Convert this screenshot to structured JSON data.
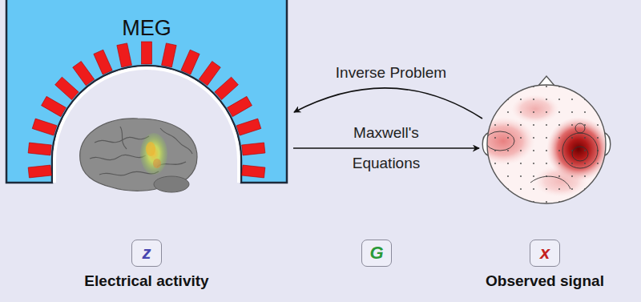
{
  "diagram": {
    "nodes": [
      {
        "text": [
          "MEG"
        ]
      },
      {
        "text": [
          "z",
          "Electrical activity"
        ]
      },
      {
        "text": [
          "G"
        ]
      },
      {
        "text": [
          "x",
          "Observed signal"
        ]
      }
    ],
    "labels": [
      "Inverse Problem",
      "Maxwell's Equations"
    ]
  }
}
